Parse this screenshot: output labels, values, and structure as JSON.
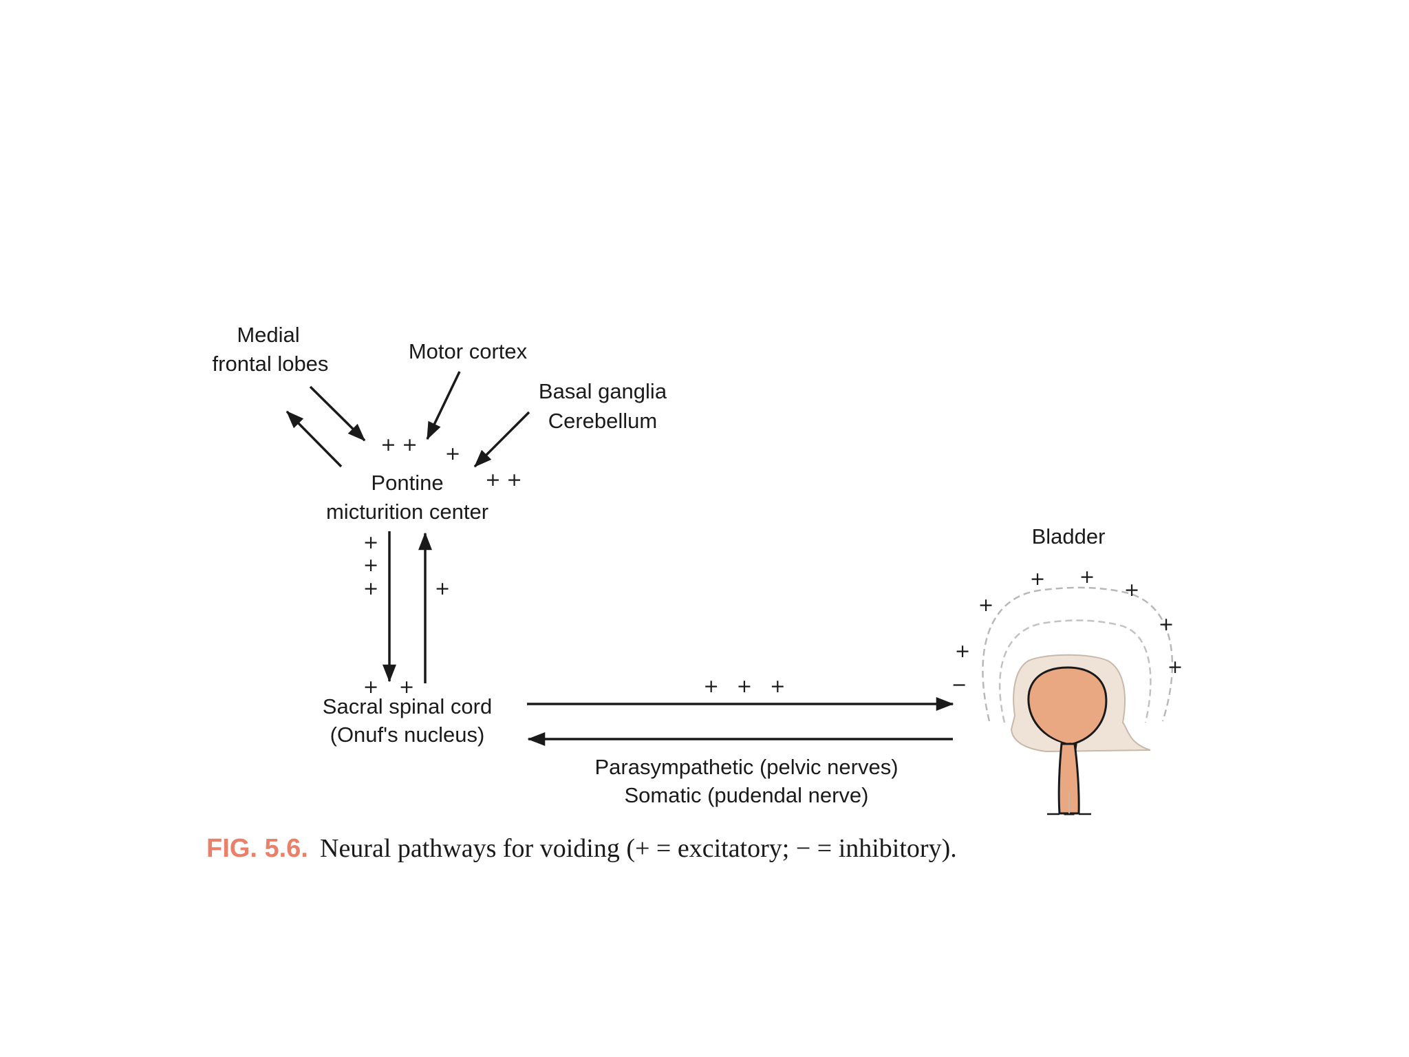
{
  "labels": {
    "medial_line1": "Medial",
    "medial_line2": "frontal lobes",
    "motor_cortex": "Motor cortex",
    "basal_ganglia": "Basal ganglia",
    "cerebellum": "Cerebellum",
    "pontine_line1": "Pontine",
    "pontine_line2": "micturition center",
    "sacral_line1": "Sacral spinal cord",
    "sacral_line2": "(Onuf's nucleus)",
    "bladder": "Bladder",
    "pelvic_line1": "Parasympathetic (pelvic nerves)",
    "pelvic_line2": "Somatic (pudendal nerve)"
  },
  "signs": {
    "plus": "+",
    "minus": "−",
    "pair": "+ +",
    "triple": "+   +   +"
  },
  "caption": {
    "number": "FIG. 5.6.",
    "text": "Neural pathways for voiding (+ = excitatory; − = inhibitory)."
  },
  "colors": {
    "bladder_fill": "#e9a882",
    "bladder_halo": "#efe2d6",
    "caption_accent": "#e8806a"
  }
}
